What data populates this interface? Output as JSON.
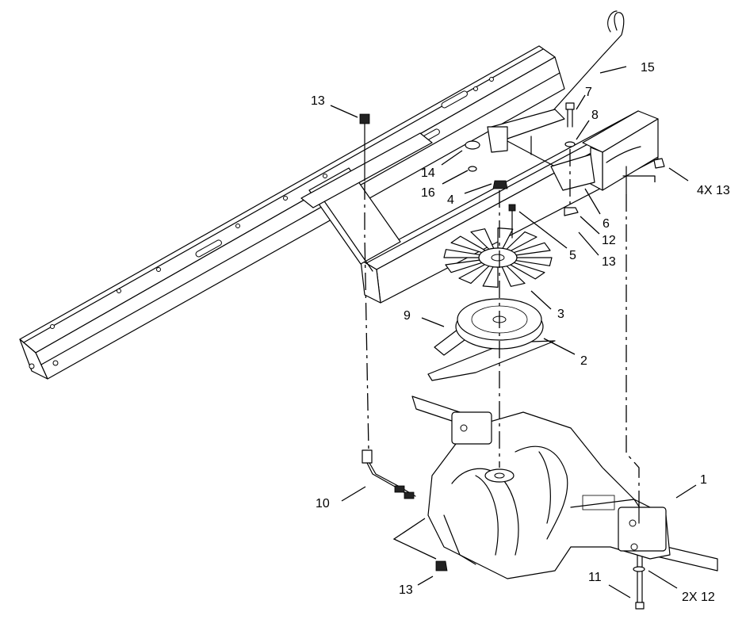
{
  "callouts": {
    "c1": "1",
    "c2": "2",
    "c3": "3",
    "c4": "4",
    "c5": "5",
    "c6": "6",
    "c7": "7",
    "c8": "8",
    "c9": "9",
    "c10": "10",
    "c11": "11",
    "c12": "12",
    "c13a": "13",
    "c13b": "13",
    "c13c": "13",
    "c14": "14",
    "c15": "15",
    "c16": "16",
    "c4x13": "4X 13",
    "c2x12": "2X 12"
  }
}
